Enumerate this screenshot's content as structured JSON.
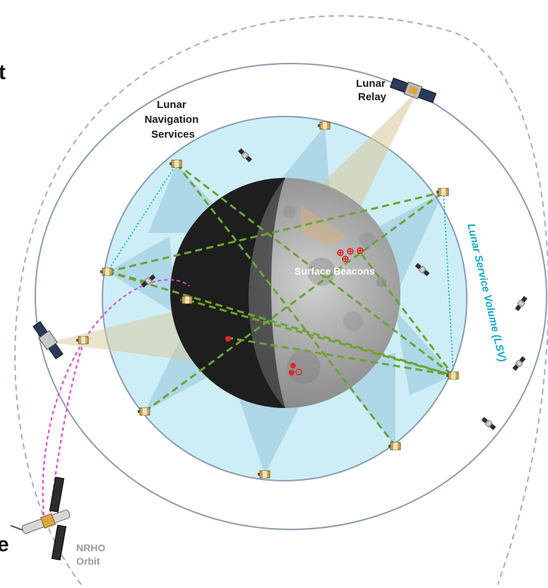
{
  "labels": {
    "lunar_relay": [
      "Lunar",
      "Relay"
    ],
    "lunar_navigation_services": [
      "Lunar",
      "Navigation",
      "Services"
    ],
    "surface_beacons": "Surface Beacons",
    "lunar_service_volume": "Lunar Service Volume (LSV)",
    "nrho_orbit": [
      "NRHO",
      "Orbit"
    ],
    "edge_fragment_top": "t",
    "edge_fragment_bottom": "e"
  },
  "colors": {
    "lsv_fill": "#cdeef7",
    "orbit_stroke": "#8d9bb0",
    "nrho_dash": "#9fb0c4",
    "crosslink_green": "#6aa433",
    "crosslink_cyan": "#19b0cc",
    "trajectory_magenta": "#e040d0",
    "beacon_red": "#e0262a",
    "beam": "#5f9fc0",
    "relay_beam": "#d8c79a"
  },
  "icons": {
    "satellite": "satellite-icon",
    "relay_satellite": "relay-satellite-icon",
    "gateway": "gateway-station-icon",
    "beacon": "surface-beacon-icon"
  }
}
